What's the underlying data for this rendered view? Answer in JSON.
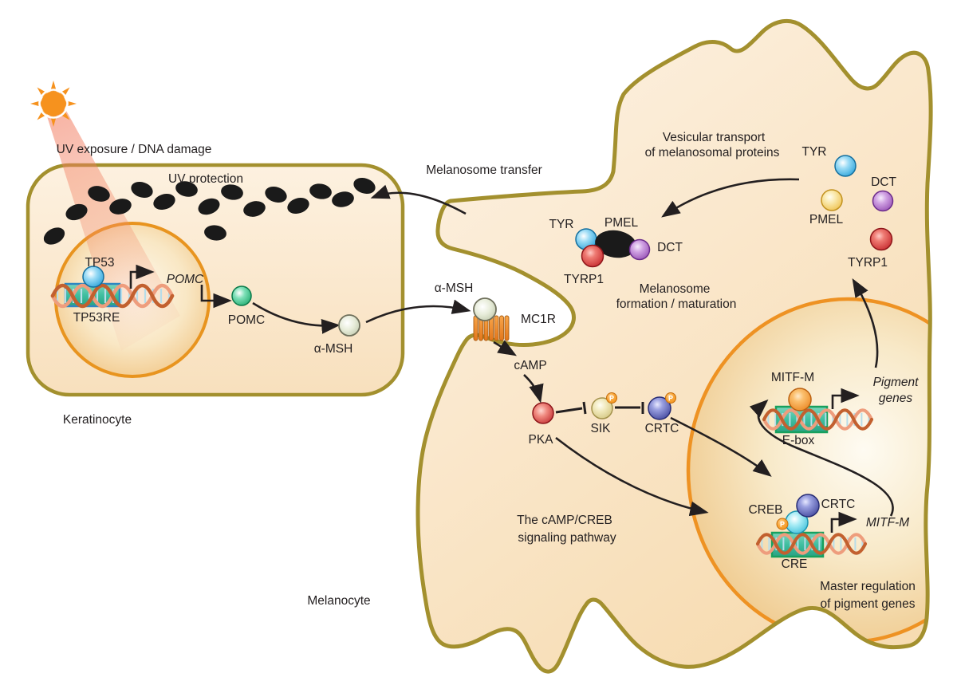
{
  "colors": {
    "membrane": "#a3902e",
    "nucleus_stroke": "#ee9223",
    "arrow": "#231f20",
    "melanin": "#1a1a1a",
    "sun": "#f6921e",
    "beam": "#f2765a",
    "tp53_ball": "#29abe2",
    "pomc_ball": "#16a567",
    "msh_ball": "#ccd3b8",
    "pka_ball": "#c1272d",
    "sik_ball": "#cfc178",
    "crtc_ball": "#3a3f96",
    "creb_ball": "#2fb9d6",
    "mitf_ball": "#e87e17",
    "tyr_ball": "#1e9cd7",
    "pmel_ball": "#edbb3f",
    "dct_ball": "#8e44ad",
    "tyrp1_ball": "#c01e24",
    "phospho_badge": "#ef8c12",
    "response_element": "#2aa183",
    "receptor": "#e8872a"
  },
  "labels": {
    "uv_exposure": "UV exposure / DNA damage",
    "uv_protection": "UV protection",
    "keratinocyte": "Keratinocyte",
    "melanocyte": "Melanocyte",
    "tp53": "TP53",
    "tp53re": "TP53RE",
    "pomc_gene": "POMC",
    "pomc_protein": "POMC",
    "alpha_msh_inner": "α-MSH",
    "alpha_msh_membrane": "α-MSH",
    "mc1r": "MC1R",
    "camp": "cAMP",
    "pka": "PKA",
    "sik": "SIK",
    "crtc_cytoplasm": "CRTC",
    "pathway_line1": "The cAMP/CREB",
    "pathway_line2": "signaling pathway",
    "melanosome_transfer": "Melanosome transfer",
    "vesicular_line1": "Vesicular transport",
    "vesicular_line2": "of melanosomal proteins",
    "tyr_vesicle": "TYR",
    "dct_vesicle": "DCT",
    "pmel_vesicle": "PMEL",
    "tyrp1_vesicle": "TYRP1",
    "tyr_melanosome": "TYR",
    "pmel_melanosome": "PMEL",
    "dct_melanosome": "DCT",
    "tyrp1_melanosome": "TYRP1",
    "melanosome_line1": "Melanosome",
    "melanosome_line2": "formation / maturation",
    "mitf_m_protein": "MITF-M",
    "e_box": "E-box",
    "pigment_line1": "Pigment",
    "pigment_line2": "genes",
    "creb": "CREB",
    "crtc_nucleus": "CRTC",
    "cre": "CRE",
    "mitf_m_gene": "MITF-M",
    "master_line1": "Master regulation",
    "master_line2": "of pigment genes",
    "phospho": "P"
  }
}
